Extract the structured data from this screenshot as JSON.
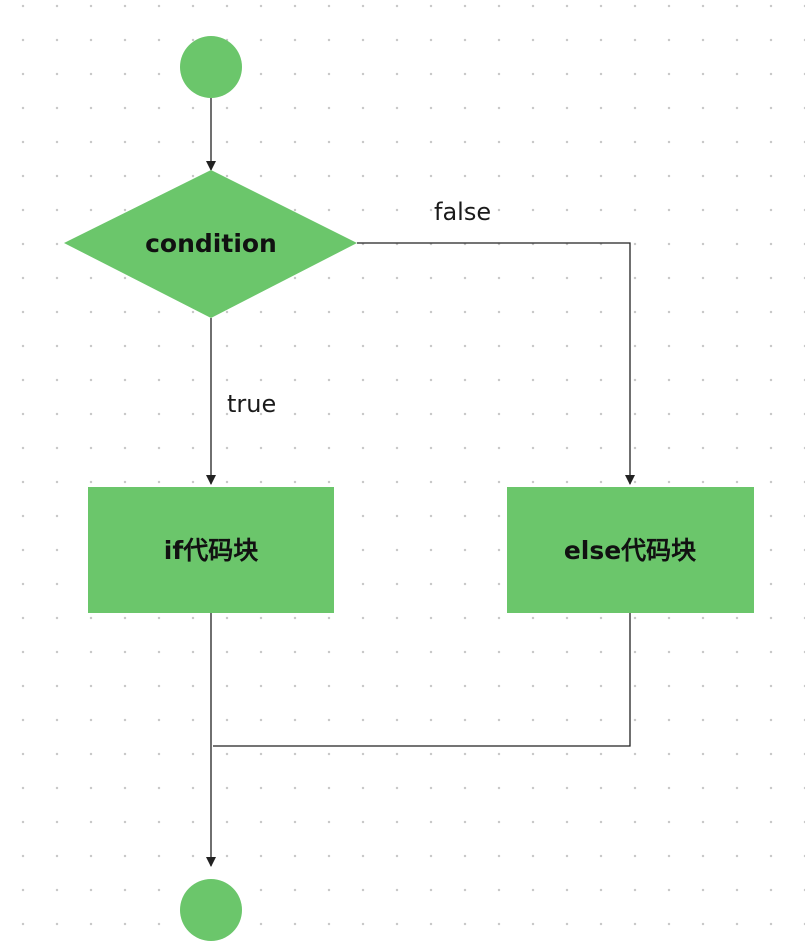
{
  "diagram": {
    "type": "flowchart",
    "node_color": "#6bc66b",
    "edge_color": "#222222",
    "background": "dotted-grid",
    "nodes": {
      "start": {
        "shape": "circle",
        "label": ""
      },
      "condition": {
        "shape": "diamond",
        "label": "condition"
      },
      "if_block": {
        "shape": "rectangle",
        "label": "if代码块"
      },
      "else_block": {
        "shape": "rectangle",
        "label": "else代码块"
      },
      "end": {
        "shape": "circle",
        "label": ""
      }
    },
    "edges": {
      "true_label": "true",
      "false_label": "false"
    }
  }
}
